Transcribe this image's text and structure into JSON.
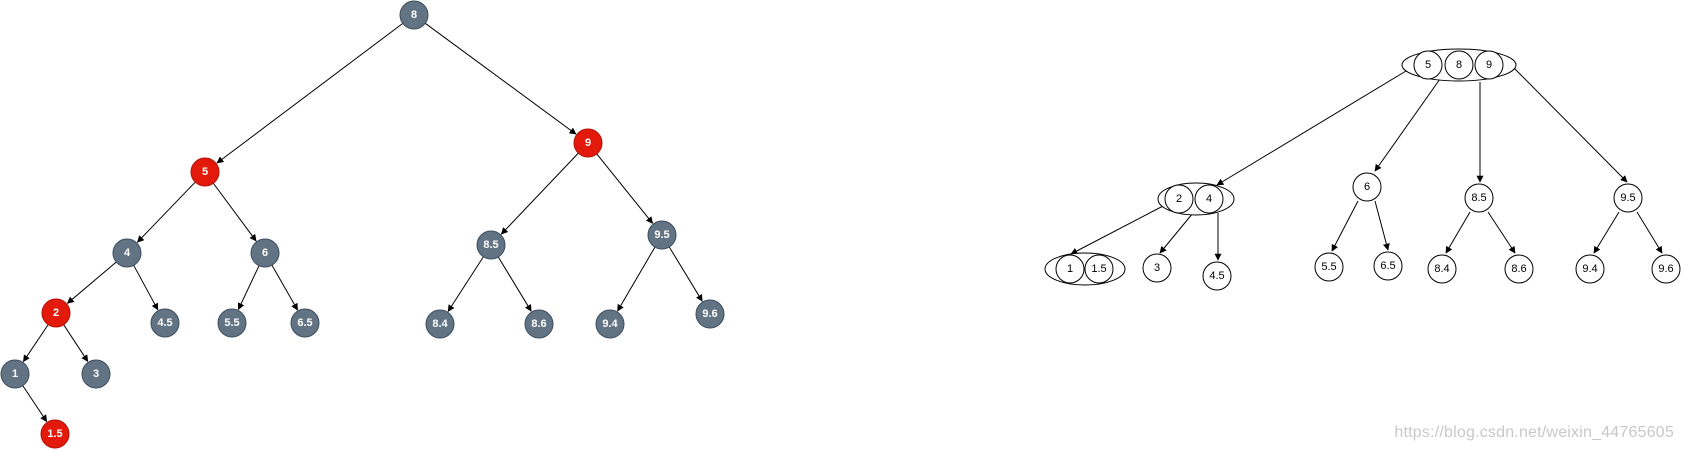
{
  "colors": {
    "red_node": "#e31a0b",
    "black_node": "#627383",
    "node_stroke": "#3d4e5e",
    "edge": "#000000",
    "btree_stroke": "#000000",
    "btree_fill": "#ffffff"
  },
  "rb_tree": {
    "nodes": [
      {
        "id": "n8",
        "label": "8",
        "color": "black"
      },
      {
        "id": "n5",
        "label": "5",
        "color": "red"
      },
      {
        "id": "n9",
        "label": "9",
        "color": "red"
      },
      {
        "id": "n4",
        "label": "4",
        "color": "black"
      },
      {
        "id": "n6",
        "label": "6",
        "color": "black"
      },
      {
        "id": "n2",
        "label": "2",
        "color": "red"
      },
      {
        "id": "n45",
        "label": "4.5",
        "color": "black"
      },
      {
        "id": "n55",
        "label": "5.5",
        "color": "black"
      },
      {
        "id": "n65",
        "label": "6.5",
        "color": "black"
      },
      {
        "id": "n1",
        "label": "1",
        "color": "black"
      },
      {
        "id": "n3",
        "label": "3",
        "color": "black"
      },
      {
        "id": "n15",
        "label": "1.5",
        "color": "red"
      },
      {
        "id": "n85",
        "label": "8.5",
        "color": "black"
      },
      {
        "id": "n95",
        "label": "9.5",
        "color": "black"
      },
      {
        "id": "n84",
        "label": "8.4",
        "color": "black"
      },
      {
        "id": "n86",
        "label": "8.6",
        "color": "black"
      },
      {
        "id": "n94",
        "label": "9.4",
        "color": "black"
      },
      {
        "id": "n96",
        "label": "9.6",
        "color": "black"
      }
    ],
    "edges": [
      [
        "n8",
        "n5"
      ],
      [
        "n8",
        "n9"
      ],
      [
        "n5",
        "n4"
      ],
      [
        "n5",
        "n6"
      ],
      [
        "n4",
        "n2"
      ],
      [
        "n4",
        "n45"
      ],
      [
        "n2",
        "n1"
      ],
      [
        "n2",
        "n3"
      ],
      [
        "n1",
        "n15"
      ],
      [
        "n6",
        "n55"
      ],
      [
        "n6",
        "n65"
      ],
      [
        "n9",
        "n85"
      ],
      [
        "n9",
        "n95"
      ],
      [
        "n85",
        "n84"
      ],
      [
        "n85",
        "n86"
      ],
      [
        "n95",
        "n94"
      ],
      [
        "n95",
        "n96"
      ]
    ]
  },
  "b_tree": {
    "nodes": [
      {
        "id": "root",
        "keys": [
          "5",
          "8",
          "9"
        ]
      },
      {
        "id": "k24",
        "keys": [
          "2",
          "4"
        ]
      },
      {
        "id": "k6",
        "keys": [
          "6"
        ]
      },
      {
        "id": "k85",
        "keys": [
          "8.5"
        ]
      },
      {
        "id": "k95",
        "keys": [
          "9.5"
        ]
      },
      {
        "id": "k115",
        "keys": [
          "1",
          "1.5"
        ]
      },
      {
        "id": "k3",
        "keys": [
          "3"
        ]
      },
      {
        "id": "k45",
        "keys": [
          "4.5"
        ]
      },
      {
        "id": "k55",
        "keys": [
          "5.5"
        ]
      },
      {
        "id": "k65",
        "keys": [
          "6.5"
        ]
      },
      {
        "id": "k84",
        "keys": [
          "8.4"
        ]
      },
      {
        "id": "k86",
        "keys": [
          "8.6"
        ]
      },
      {
        "id": "k94",
        "keys": [
          "9.4"
        ]
      },
      {
        "id": "k96",
        "keys": [
          "9.6"
        ]
      }
    ],
    "edges": [
      [
        "root",
        "k24"
      ],
      [
        "root",
        "k6"
      ],
      [
        "root",
        "k85"
      ],
      [
        "root",
        "k95"
      ],
      [
        "k24",
        "k115"
      ],
      [
        "k24",
        "k3"
      ],
      [
        "k24",
        "k45"
      ],
      [
        "k6",
        "k55"
      ],
      [
        "k6",
        "k65"
      ],
      [
        "k85",
        "k84"
      ],
      [
        "k85",
        "k86"
      ],
      [
        "k95",
        "k94"
      ],
      [
        "k95",
        "k96"
      ]
    ]
  },
  "watermark": "https://blog.csdn.net/weixin_44765605"
}
